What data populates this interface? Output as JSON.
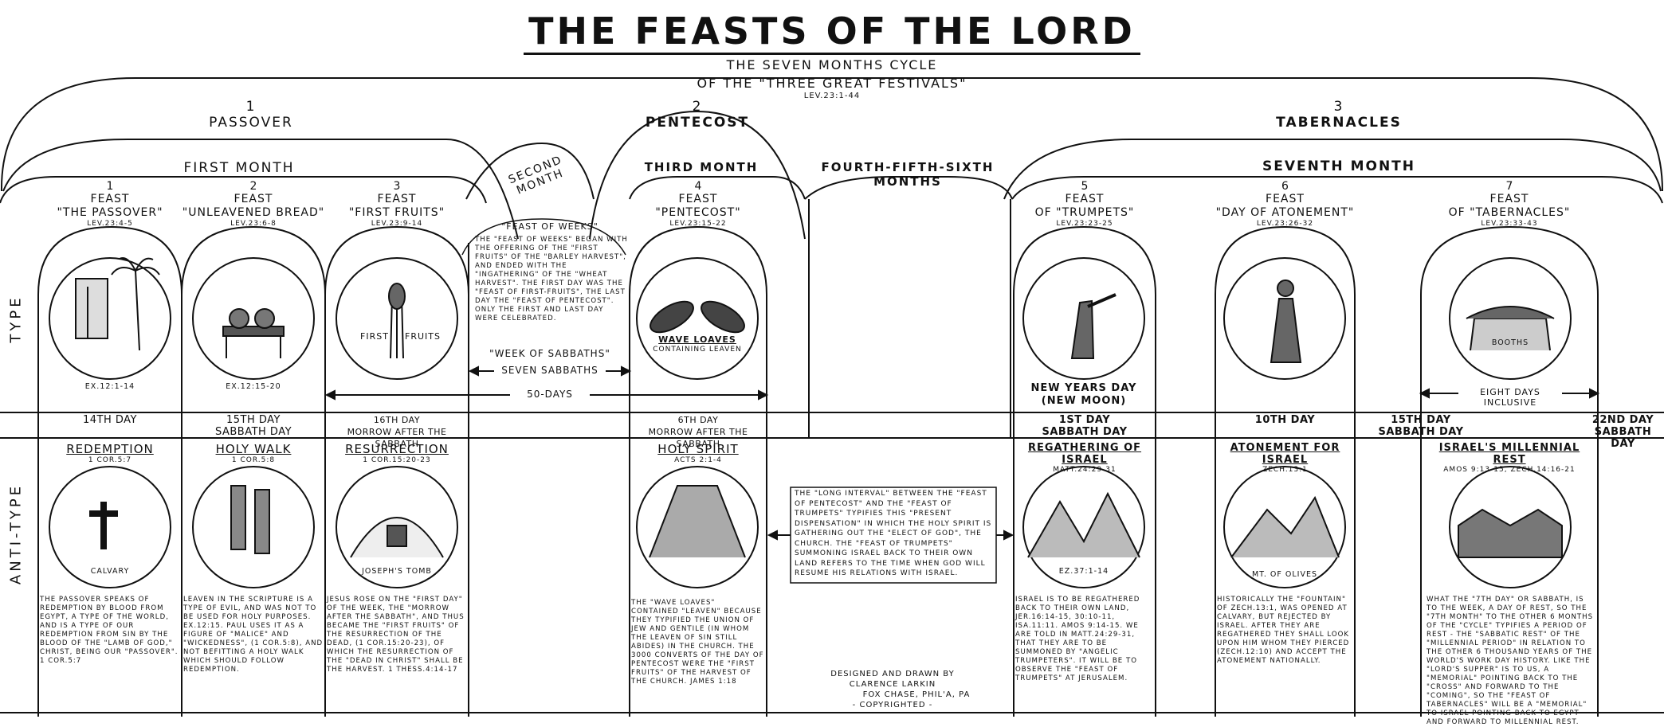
{
  "title": "The Feasts Of The Lord",
  "subtitle1": "The Seven Months Cycle",
  "subtitle2": "Of The \"Three Great Festivals\"",
  "subtitle_ref": "Lev.23:1-44",
  "festivals": [
    {
      "num": "1",
      "name": "Passover"
    },
    {
      "num": "2",
      "name": "Pentecost"
    },
    {
      "num": "3",
      "name": "Tabernacles"
    }
  ],
  "months": {
    "first": "First Month",
    "second": "Second Month",
    "third": "Third Month",
    "fourth_sixth": "Fourth-Fifth-Sixth Months",
    "seventh": "Seventh Month"
  },
  "side_labels": {
    "type": "Type",
    "antitype": "Anti-Type"
  },
  "feasts": [
    {
      "num": "1",
      "line1": "Feast",
      "line2": "\"The Passover\"",
      "ref": "Lev.23:4-5",
      "caption": "Ex.12:1-14",
      "day": "14th Day",
      "day2": "",
      "anti_title": "Redemption",
      "anti_ref": "1 Cor.5:7",
      "anti_caption": "Calvary",
      "text": "The Passover Speaks Of Redemption By Blood From Egypt, A Type Of The World, And Is A Type Of Our Redemption From Sin By The Blood Of The \"Lamb Of God,\" Christ, Being Our \"Passover\". 1 Cor.5:7"
    },
    {
      "num": "2",
      "line1": "Feast",
      "line2": "\"Unleavened Bread\"",
      "ref": "Lev.23:6-8",
      "caption": "Ex.12:15-20",
      "day": "15th Day",
      "day2": "Sabbath Day",
      "anti_title": "Holy Walk",
      "anti_ref": "1 Cor.5:8",
      "anti_caption": "",
      "text": "Leaven In The Scripture Is A Type Of Evil, And Was Not To Be Used For Holy Purposes. Ex.12:15. Paul Uses It As A Figure Of \"Malice\" And \"Wickedness\", (1 Cor.5:8), And Not Befitting A Holy Walk Which Should Follow Redemption."
    },
    {
      "num": "3",
      "line1": "Feast",
      "line2": "\"First Fruits\"",
      "ref": "Lev.23:9-14",
      "caption": "",
      "day": "16th Day",
      "day2": "Morrow After The Sabbath",
      "anti_title": "Resurrection",
      "anti_ref": "1 Cor.15:20-23",
      "anti_caption": "Joseph's Tomb",
      "text": "Jesus Rose On The \"First Day\" Of The Week, The \"Morrow After The Sabbath\", And Thus Became The \"First Fruits\" Of The Resurrection Of The Dead, (1 Cor.15:20-23), Of Which The Resurrection Of The \"Dead In Christ\" Shall Be The Harvest. 1 Thess.4:14-17"
    },
    {
      "num": "4",
      "line1": "Feast",
      "line2": "\"Pentecost\"",
      "ref": "Lev.23:15-22",
      "caption": "",
      "day": "6th Day",
      "day2": "Morrow After The Sabbath",
      "anti_title": "Holy Spirit",
      "anti_ref": "Acts 2:1-4",
      "anti_caption": "",
      "text": "The \"Wave Loaves\" Contained \"Leaven\" Because They Typified The Union Of Jew And Gentile (In Whom The Leaven Of Sin Still Abides) In The Church. The 3000 Converts Of The Day Of Pentecost Were The \"First Fruits\" Of The Harvest Of The Church. James 1:18"
    },
    {
      "num": "5",
      "line1": "Feast",
      "line2": "Of \"Trumpets\"",
      "ref": "Lev.23:23-25",
      "caption": "",
      "day": "1st Day",
      "day2": "Sabbath Day",
      "anti_title": "Regathering Of Israel",
      "anti_ref": "Matt.24:29-31",
      "anti_caption": "Ez.37:1-14",
      "text": "Israel Is To Be Regathered Back To Their Own Land, Jer.16:14-15, 30:10-11, Isa.11:11. Amos 9:14-15. We Are Told In Matt.24:29-31, That They Are To Be Summoned By \"Angelic Trumpeters\". It Will Be To Observe The \"Feast Of Trumpets\" At Jerusalem."
    },
    {
      "num": "6",
      "line1": "Feast",
      "line2": "\"Day Of Atonement\"",
      "ref": "Lev.23:26-32",
      "caption": "",
      "day": "10th Day",
      "day2": "",
      "anti_title": "Atonement For Israel",
      "anti_ref": "Zech.13:1",
      "anti_caption": "Mt. Of Olives",
      "text": "Historically The \"Fountain\" Of Zech.13:1, Was Opened At Calvary, But Rejected By Israel. After They Are Regathered They Shall Look Upon Him Whom They Pierced (Zech.12:10) And Accept The Atonement Nationally."
    },
    {
      "num": "7",
      "line1": "Feast",
      "line2": "Of \"Tabernacles\"",
      "ref": "Lev.23:33-43",
      "caption": "Booths",
      "day": "15th Day",
      "day2": "Sabbath Day",
      "anti_title": "Israel's Millennial Rest",
      "anti_ref": "Amos 9:13-15, Zech.14:16-21",
      "anti_caption": "",
      "text": "What The \"7th Day\" Or Sabbath, Is To The Week, A Day Of Rest, So The \"7th Month\" To The Other 6 Months Of The \"Cycle\" Typifies A Period Of Rest - The \"Sabbatic Rest\" Of The \"Millennial Period\" In Relation To The Other 6 Thousand Years Of The World's Work Day History. Like The \"Lord's Supper\" Is To Us, A \"Memorial\" Pointing Back To The \"Cross\" And Forward To The \"Coming\", So The \"Feast Of Tabernacles\" Will Be A \"Memorial\" To Israel Pointing Back To Egypt And Forward To Millennial Rest."
    }
  ],
  "first_fruits_label": "First",
  "first_fruits_label2": "Fruits",
  "wave_loaves": "Wave Loaves",
  "wave_loaves_sub": "Containing Leaven",
  "new_years": "New Years Day",
  "new_moon": "(New Moon)",
  "feast_of_weeks_title": "\"Feast Of Weeks\"",
  "feast_of_weeks_text": "The \"Feast Of Weeks\" Began With The Offering Of The \"First Fruits\" Of The \"Barley Harvest\", And Ended With The \"Ingathering\" Of The \"Wheat Harvest\". The First Day Was The \"Feast Of First-Fruits\", The Last Day The \"Feast Of Pentecost\". Only The First And Last Day Were Celebrated.",
  "week_of_sabbaths": "\"Week Of Sabbaths\"",
  "seven_sabbaths": "Seven Sabbaths",
  "fifty_days": "50-Days",
  "eight_days": "Eight Days Inclusive",
  "day_22": "22nd Day",
  "day_22b": "Sabbath Day",
  "long_interval": "The \"Long Interval\" Between The \"Feast Of Pentecost\" And The \"Feast Of Trumpets\" Typifies This \"Present Dispensation\" In Which The Holy Spirit Is Gathering Out The \"Elect Of God\", The Church. The \"Feast Of Trumpets\" Summoning Israel Back To Their Own Land Refers To The Time When God Will Resume His Relations With Israel.",
  "credit1": "Designed And Drawn By",
  "credit2": "Clarence Larkin",
  "credit3": "Fox Chase, Phil'a, Pa",
  "credit4": "- Copyrighted -"
}
